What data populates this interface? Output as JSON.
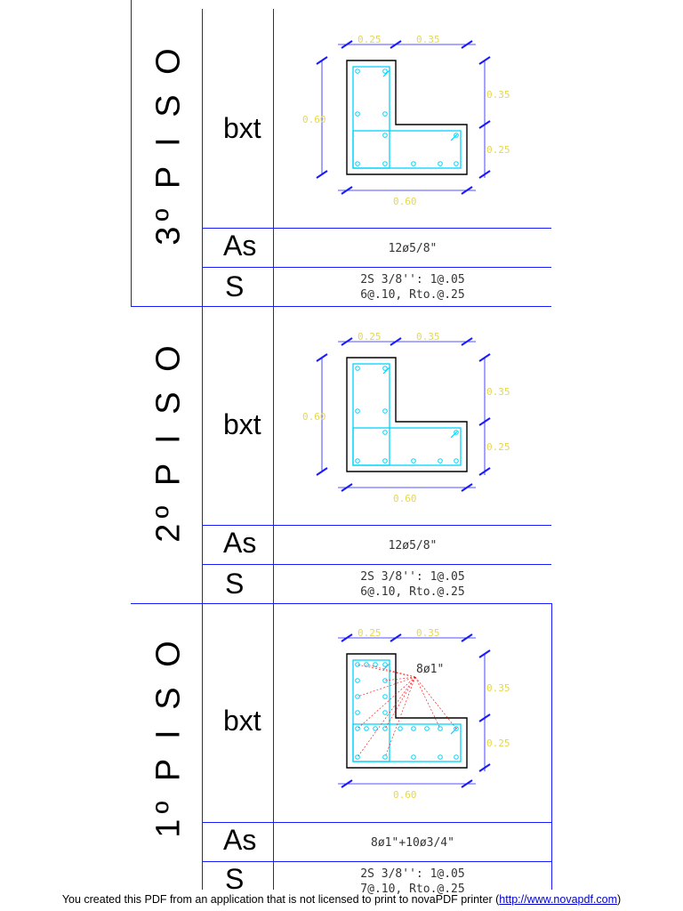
{
  "floors": [
    {
      "id": "3",
      "label": "3º P I S O",
      "bxt_label": "bxt",
      "as_label": "As",
      "as_value": "12ø5/8\"",
      "s_label": "S",
      "s_lines": [
        "2S 3/8'': 1@.05",
        "6@.10, Rto.@.25"
      ],
      "dims": {
        "top_left": "0.25",
        "top_right": "0.35",
        "left": "0.60",
        "right_top": "0.35",
        "right_bottom": "0.25",
        "bottom": "0.60"
      },
      "callout": ""
    },
    {
      "id": "2",
      "label": "2º P I S O",
      "bxt_label": "bxt",
      "as_label": "As",
      "as_value": "12ø5/8\"",
      "s_label": "S",
      "s_lines": [
        "2S 3/8'': 1@.05",
        "6@.10, Rto.@.25"
      ],
      "dims": {
        "top_left": "0.25",
        "top_right": "0.35",
        "left": "0.60",
        "right_top": "0.35",
        "right_bottom": "0.25",
        "bottom": "0.60"
      },
      "callout": ""
    },
    {
      "id": "1",
      "label": "1º P I S O",
      "bxt_label": "bxt",
      "as_label": "As",
      "as_value": "8ø1\"+10ø3/4\"",
      "s_label": "S",
      "s_lines": [
        "2S 3/8'': 1@.05",
        "7@.10, Rto.@.25"
      ],
      "dims": {
        "top_left": "0.25",
        "top_right": "0.35",
        "left": "",
        "right_top": "0.35",
        "right_bottom": "0.25",
        "bottom": "0.60"
      },
      "callout": "8ø1\""
    }
  ],
  "footer": {
    "text": "You created this PDF from an application that is not licensed to print to novaPDF printer (",
    "link_text": "http://www.novapdf.com",
    "suffix": ")"
  },
  "colors": {
    "grid": "#1a1aff",
    "rebar": "#00d4ff",
    "dimension": "#1a1aff",
    "dim_text": "#e6d84a",
    "callout": "#ff0000"
  }
}
